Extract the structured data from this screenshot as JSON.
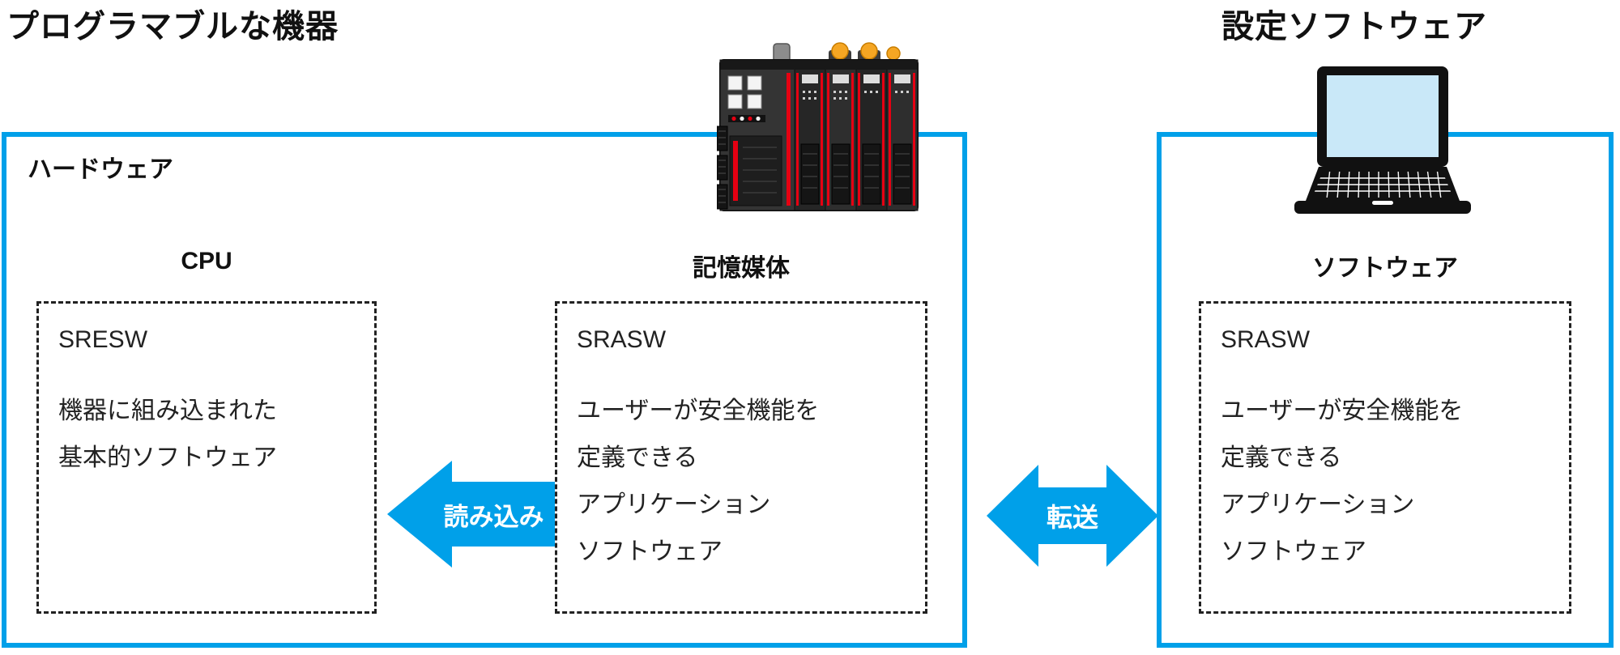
{
  "titles": {
    "left": "プログラマブルな機器",
    "right": "設定ソフトウェア"
  },
  "hardware_box": {
    "label": "ハードウェア",
    "cpu": {
      "heading": "CPU",
      "sw_name": "SRESW",
      "description": [
        "機器に組み込まれた",
        "基本的ソフトウェア"
      ]
    },
    "storage": {
      "heading": "記憶媒体",
      "sw_name": "SRASW",
      "description": [
        "ユーザーが安全機能を",
        "定義できる",
        "アプリケーション",
        "ソフトウェア"
      ]
    }
  },
  "software_box": {
    "heading": "ソフトウェア",
    "sw_name": "SRASW",
    "description": [
      "ユーザーが安全機能を",
      "定義できる",
      "アプリケーション",
      "ソフトウェア"
    ]
  },
  "arrows": {
    "load_label": "読み込み",
    "transfer_label": "転送"
  },
  "icons": {
    "plc_device": "safety-controller-illustration",
    "laptop": "laptop-illustration"
  },
  "colors": {
    "accent_blue": "#00A0E9",
    "text": "#1A1A1A",
    "device_red": "#E60012",
    "device_orange": "#F5A623",
    "laptop_screen": "#C9E8F8"
  }
}
